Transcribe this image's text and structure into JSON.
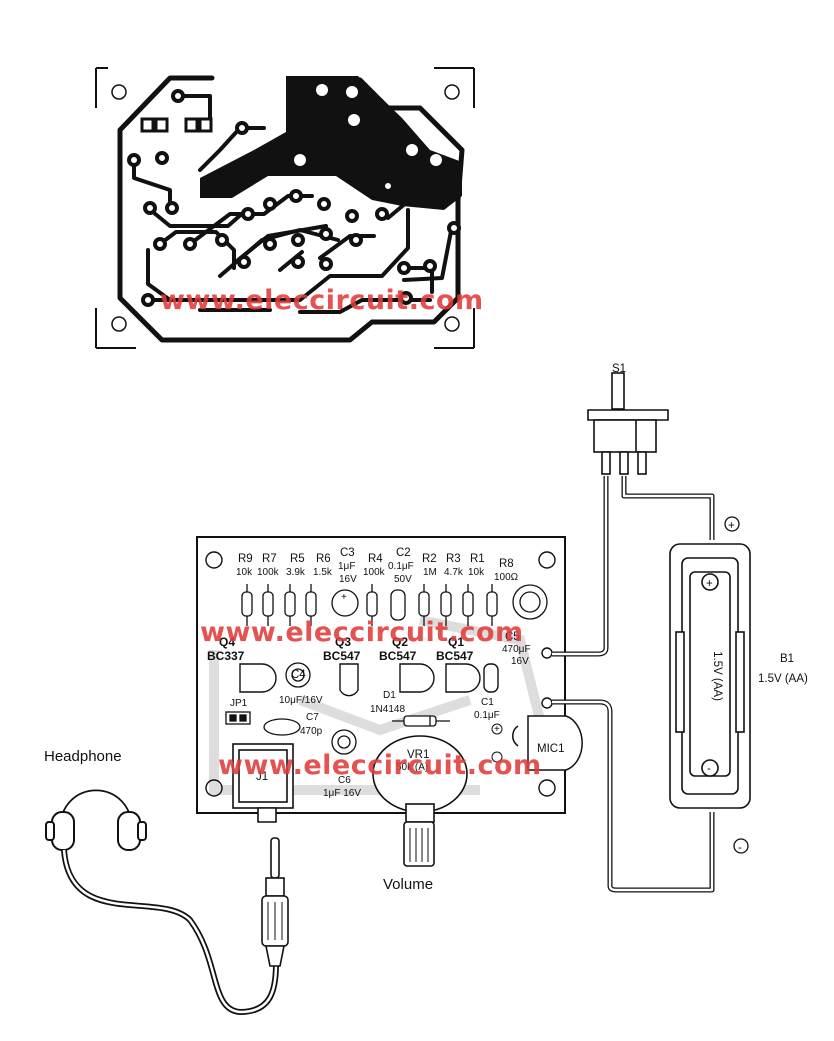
{
  "watermark": "www.eleccircuit.com",
  "labels": {
    "switch": "S1",
    "battery_ref": "B1",
    "battery_spec": "1.5V (AA)",
    "battery_body": "1.5V (AA)",
    "plus": "+",
    "minus": "-",
    "headphone": "Headphone",
    "volume": "Volume",
    "mic": "MIC1",
    "jack": "J1",
    "jumper": "JP1"
  },
  "resistors": [
    {
      "ref": "R9",
      "value": "10k"
    },
    {
      "ref": "R7",
      "value": "100k"
    },
    {
      "ref": "R5",
      "value": "3.9k"
    },
    {
      "ref": "R6",
      "value": "1.5k"
    },
    {
      "ref": "C3",
      "value": "1μF",
      "extra": "16V"
    },
    {
      "ref": "R4",
      "value": "100k"
    },
    {
      "ref": "C2",
      "value": "0.1μF",
      "extra": "50V"
    },
    {
      "ref": "R2",
      "value": "1M"
    },
    {
      "ref": "R3",
      "value": "4.7k"
    },
    {
      "ref": "R1",
      "value": "10k"
    },
    {
      "ref": "R8",
      "value": "100Ω"
    }
  ],
  "transistors": [
    {
      "ref": "Q4",
      "part": "BC337"
    },
    {
      "ref": "Q3",
      "part": "BC547"
    },
    {
      "ref": "Q2",
      "part": "BC547"
    },
    {
      "ref": "Q1",
      "part": "BC547"
    }
  ],
  "parts": {
    "c5_ref": "C5",
    "c5_val": "470μF",
    "c5_v": "16V",
    "c4_ref": "C4",
    "c4_val": "10μF/16V",
    "c7_ref": "C7",
    "c7_val": "470p",
    "c6_ref": "C6",
    "c6_val": "1μF 16V",
    "d1_ref": "D1",
    "d1_part": "1N4148",
    "c1_ref": "C1",
    "c1_val": "0.1μF",
    "vr1_ref": "VR1",
    "vr1_val": "50k (A)"
  }
}
